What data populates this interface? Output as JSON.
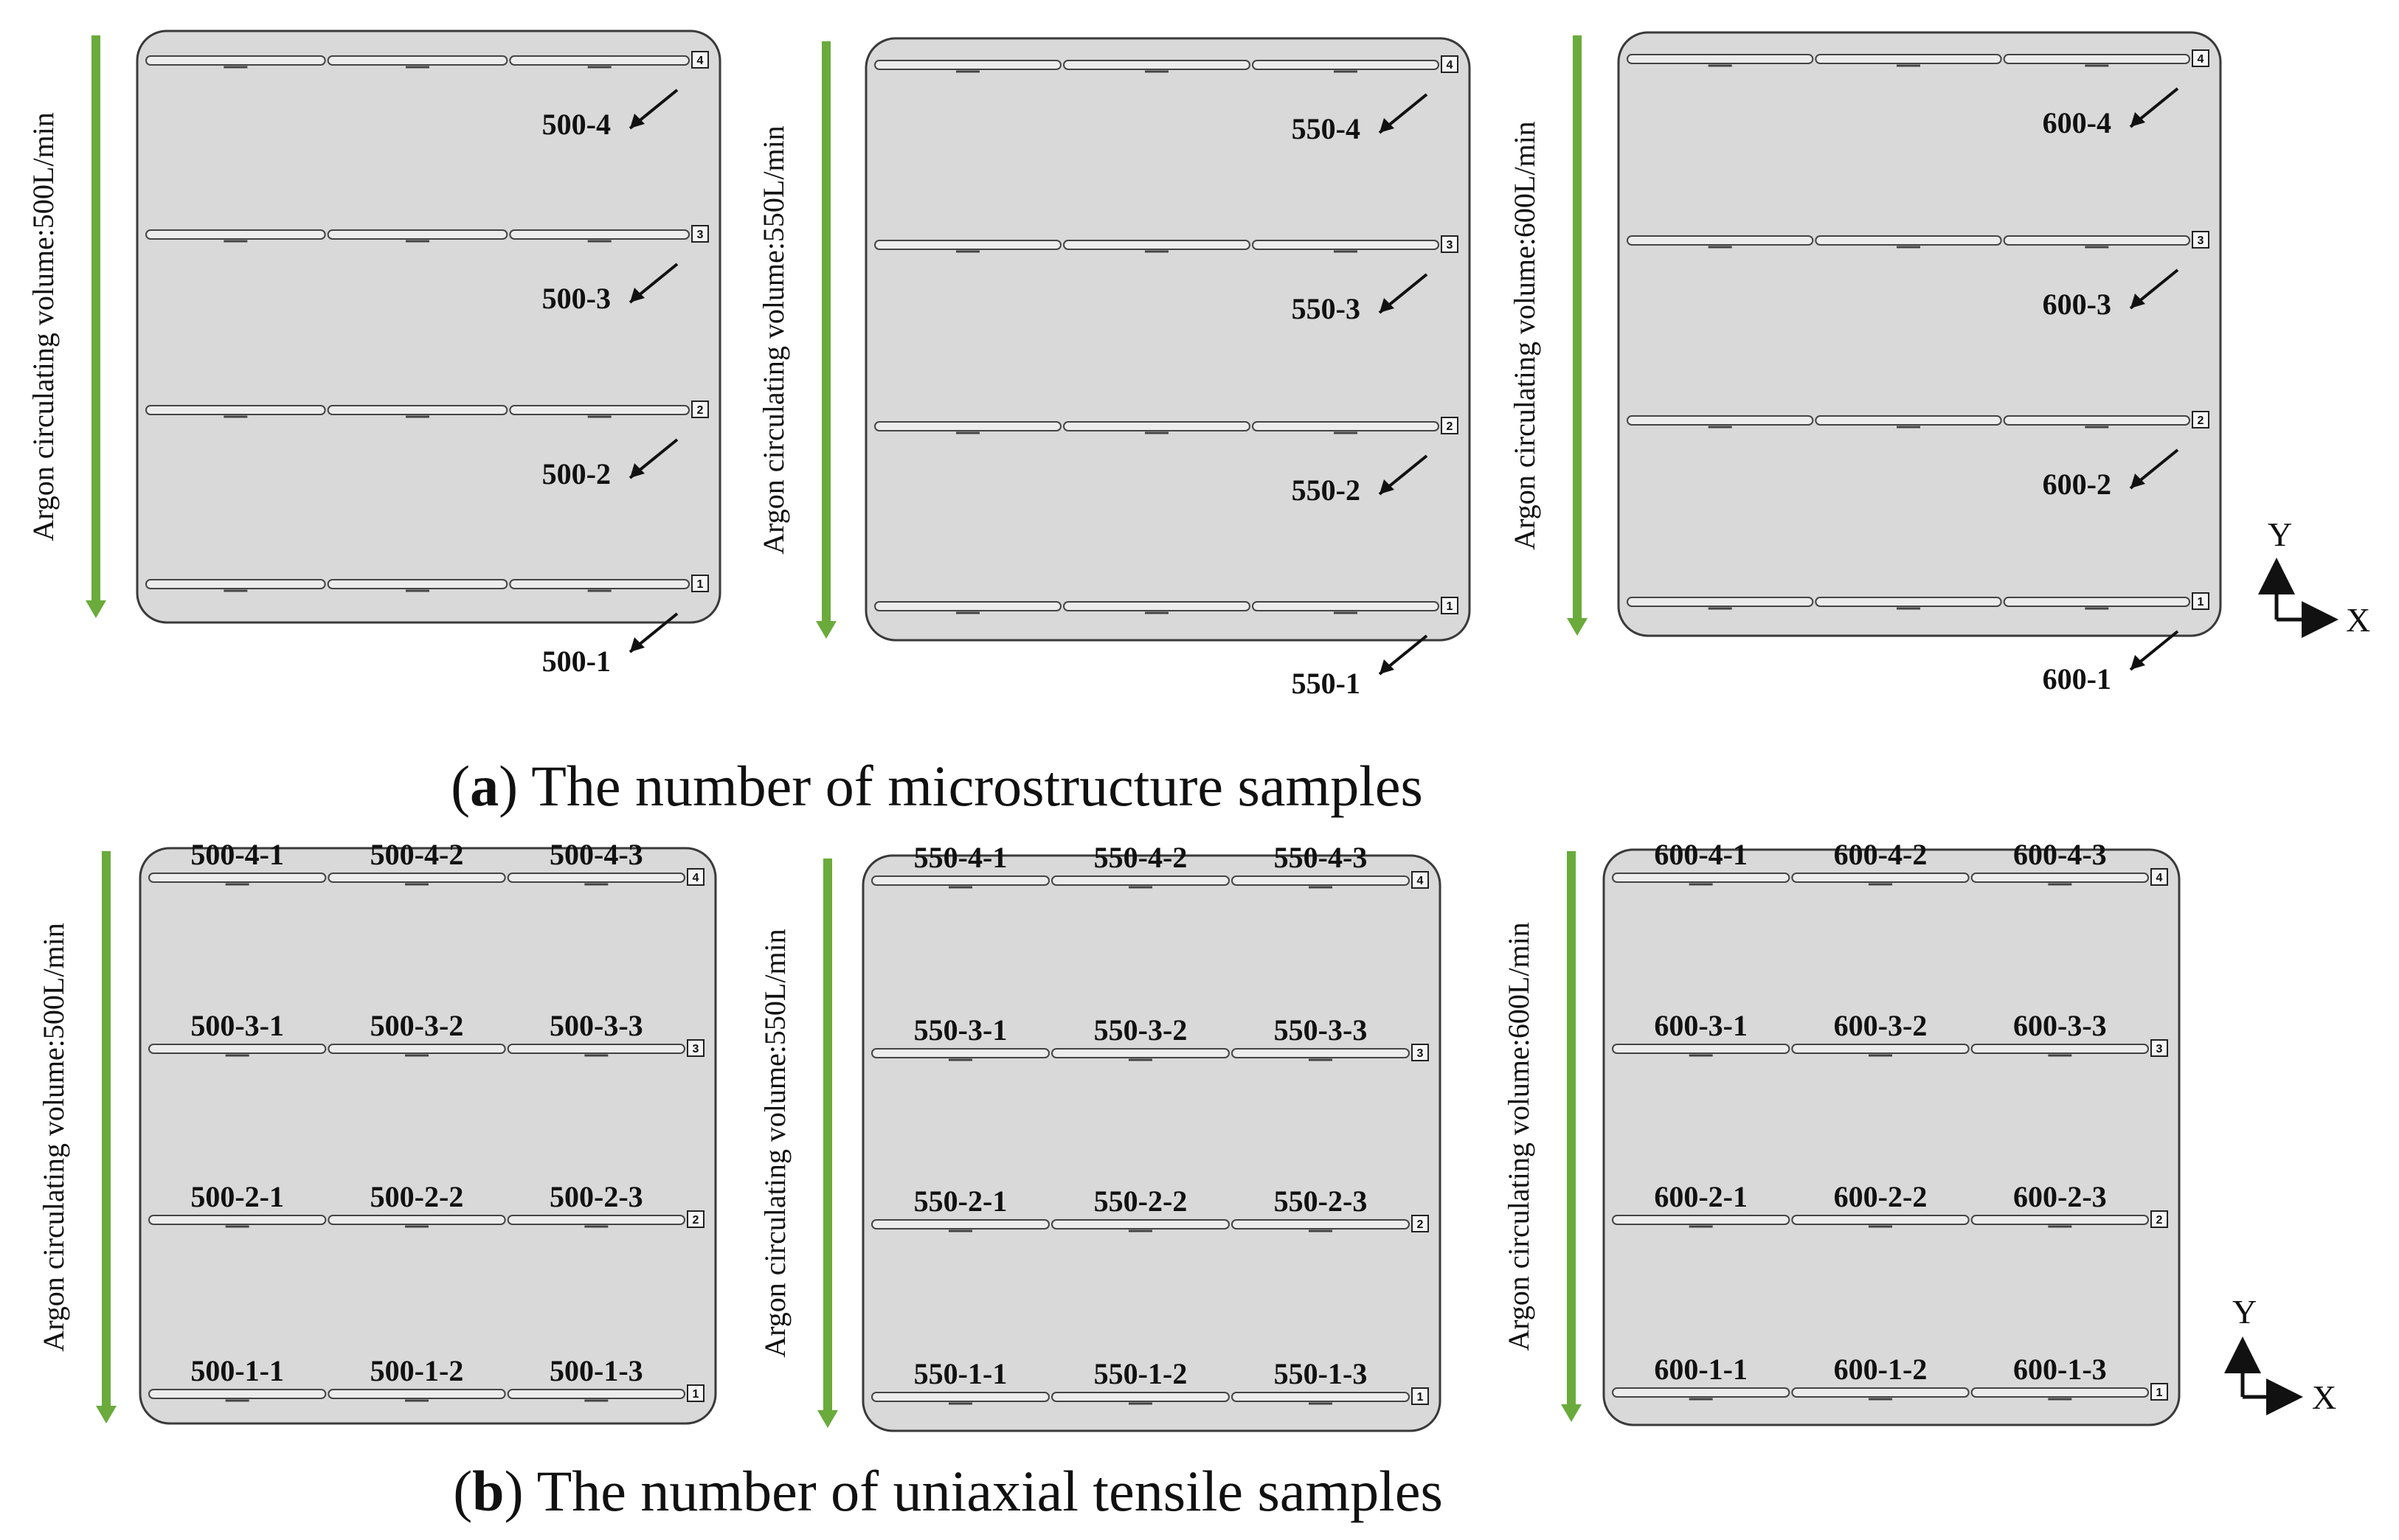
{
  "figure": {
    "caption_a": {
      "letter": "a",
      "text": "The number of microstructure samples"
    },
    "caption_b": {
      "letter": "b",
      "text": "The number of uniaxial tensile samples"
    },
    "axis": {
      "y": "Y",
      "x": "X"
    },
    "colors": {
      "plate_fill": "#d9d9d9",
      "plate_stroke": "#3a3a3a",
      "flow_arrow": "#6aab3c",
      "text": "#111111"
    },
    "panel_a": [
      {
        "side_label": "Argon circulating volume:500L/min",
        "layers": [
          {
            "num": "4",
            "label": "500-4"
          },
          {
            "num": "3",
            "label": "500-3"
          },
          {
            "num": "2",
            "label": "500-2"
          },
          {
            "num": "1",
            "label": "500-1"
          }
        ]
      },
      {
        "side_label": "Argon circulating volume:550L/min",
        "layers": [
          {
            "num": "4",
            "label": "550-4"
          },
          {
            "num": "3",
            "label": "550-3"
          },
          {
            "num": "2",
            "label": "550-2"
          },
          {
            "num": "1",
            "label": "550-1"
          }
        ]
      },
      {
        "side_label": "Argon circulating volume:600L/min",
        "layers": [
          {
            "num": "4",
            "label": "600-4"
          },
          {
            "num": "3",
            "label": "600-3"
          },
          {
            "num": "2",
            "label": "600-2"
          },
          {
            "num": "1",
            "label": "600-1"
          }
        ]
      }
    ],
    "panel_b": [
      {
        "side_label": "Argon circulating volume:500L/min",
        "layers": [
          {
            "num": "4",
            "labels": [
              "500-4-1",
              "500-4-2",
              "500-4-3"
            ]
          },
          {
            "num": "3",
            "labels": [
              "500-3-1",
              "500-3-2",
              "500-3-3"
            ]
          },
          {
            "num": "2",
            "labels": [
              "500-2-1",
              "500-2-2",
              "500-2-3"
            ]
          },
          {
            "num": "1",
            "labels": [
              "500-1-1",
              "500-1-2",
              "500-1-3"
            ]
          }
        ]
      },
      {
        "side_label": "Argon circulating volume:550L/min",
        "layers": [
          {
            "num": "4",
            "labels": [
              "550-4-1",
              "550-4-2",
              "550-4-3"
            ]
          },
          {
            "num": "3",
            "labels": [
              "550-3-1",
              "550-3-2",
              "550-3-3"
            ]
          },
          {
            "num": "2",
            "labels": [
              "550-2-1",
              "550-2-2",
              "550-2-3"
            ]
          },
          {
            "num": "1",
            "labels": [
              "550-1-1",
              "550-1-2",
              "550-1-3"
            ]
          }
        ]
      },
      {
        "side_label": "Argon circulating volume:600L/min",
        "layers": [
          {
            "num": "4",
            "labels": [
              "600-4-1",
              "600-4-2",
              "600-4-3"
            ]
          },
          {
            "num": "3",
            "labels": [
              "600-3-1",
              "600-3-2",
              "600-3-3"
            ]
          },
          {
            "num": "2",
            "labels": [
              "600-2-1",
              "600-2-2",
              "600-2-3"
            ]
          },
          {
            "num": "1",
            "labels": [
              "600-1-1",
              "600-1-2",
              "600-1-3"
            ]
          }
        ]
      }
    ]
  }
}
